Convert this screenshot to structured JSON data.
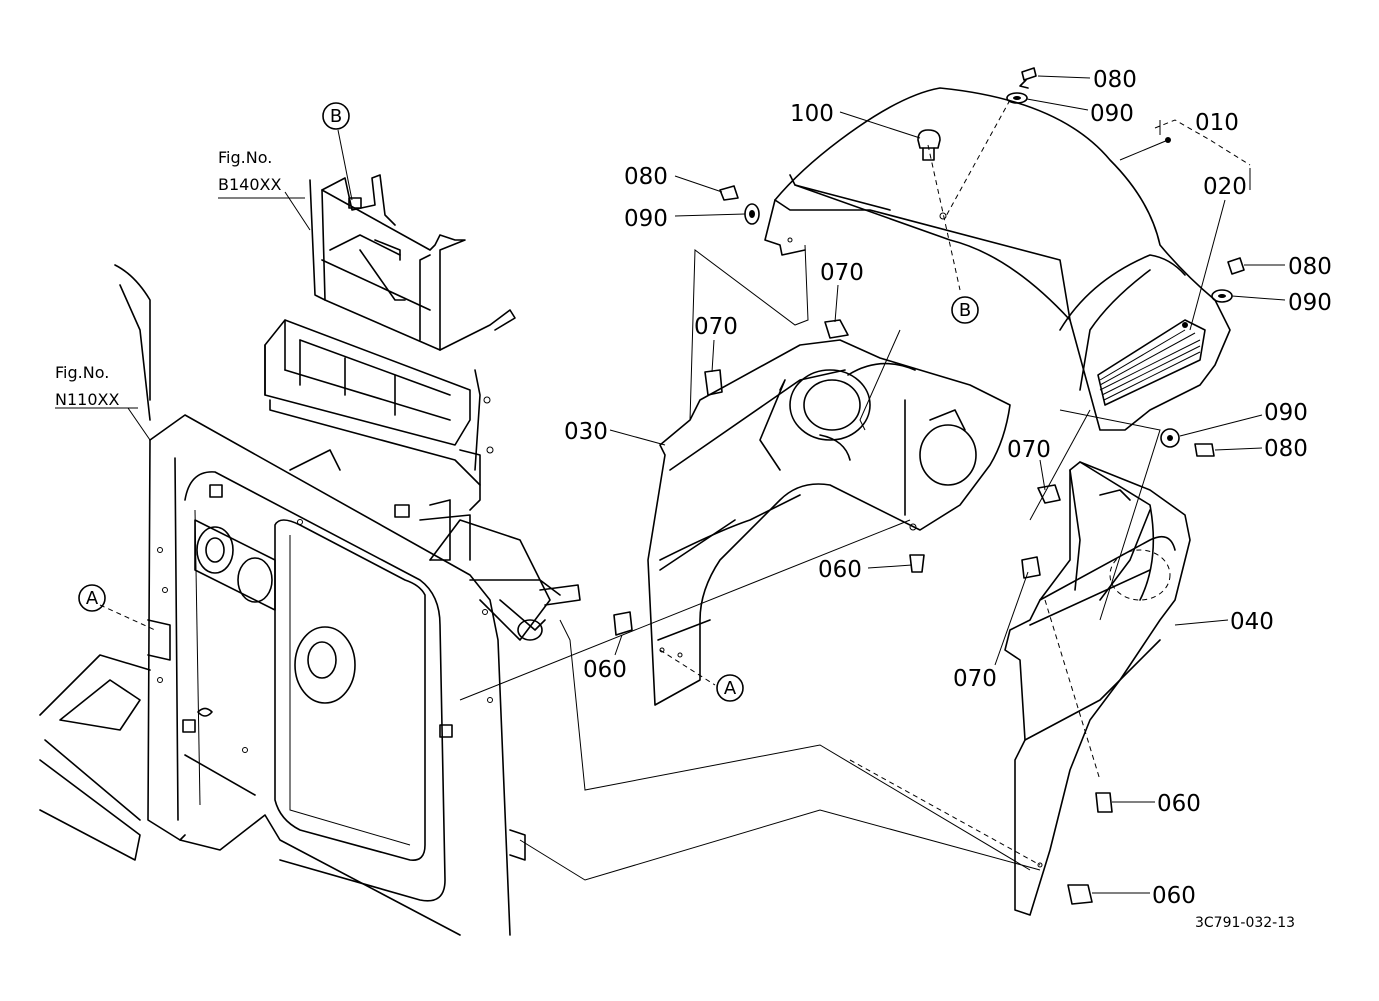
{
  "callouts": {
    "p010": "010",
    "p020": "020",
    "p030": "030",
    "p040": "040",
    "p060_a": "060",
    "p060_b": "060",
    "p060_c": "060",
    "p060_d": "060",
    "p070_a": "070",
    "p070_b": "070",
    "p070_c": "070",
    "p070_d": "070",
    "p080_a": "080",
    "p080_b": "080",
    "p080_c": "080",
    "p080_d": "080",
    "p090_a": "090",
    "p090_b": "090",
    "p090_c": "090",
    "p090_d": "090",
    "p100": "100"
  },
  "figure_refs": {
    "ref1_line1": "Fig.No.",
    "ref1_line2": "B140XX",
    "ref2_line1": "Fig.No.",
    "ref2_line2": "N110XX"
  },
  "markers": {
    "A": "A",
    "B": "B"
  },
  "drawing_code": "3C791-032-13"
}
